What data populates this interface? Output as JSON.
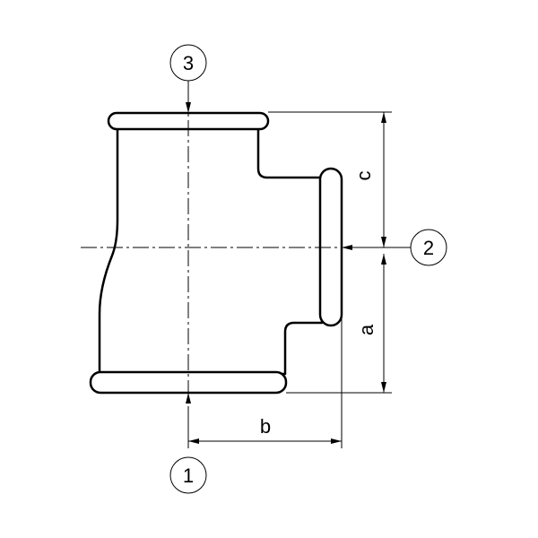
{
  "ports": {
    "port1": "1",
    "port2": "2",
    "port3": "3"
  },
  "dimensions": {
    "a": "a",
    "b": "b",
    "c": "c"
  },
  "colors": {
    "line": "#000000",
    "background": "#ffffff"
  }
}
